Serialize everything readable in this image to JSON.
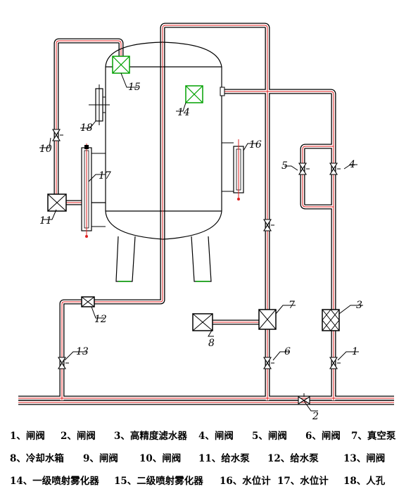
{
  "labels": {
    "n1": "1",
    "n2": "2",
    "n3": "3",
    "n4": "4",
    "n5": "5",
    "n6": "6",
    "n7": "7",
    "n8": "8",
    "n10": "10",
    "n11": "11",
    "n12": "12",
    "n13": "13",
    "n14": "14",
    "n15": "15",
    "n16": "16",
    "n17": "17",
    "n18": "18"
  },
  "legend": {
    "row1": [
      "1、闸阀",
      "2、闸阀",
      "3、高精度滤水器",
      "4、闸阀",
      "5、闸阀",
      "6、闸阀",
      "7、真空泵"
    ],
    "row2": [
      "8、冷却水箱",
      "9、闸阀",
      "10、闸阀",
      "11、给水泵",
      "12、给水泵",
      "13、闸阀"
    ],
    "row3": [
      "14、一级喷射雾化器",
      "15、二级喷射雾化器",
      "16、水位计",
      "17、水位计",
      "18、人孔"
    ]
  },
  "colors": {
    "line": "#000000",
    "pipe_core": "#e02020",
    "atomizer": "#00a000"
  }
}
